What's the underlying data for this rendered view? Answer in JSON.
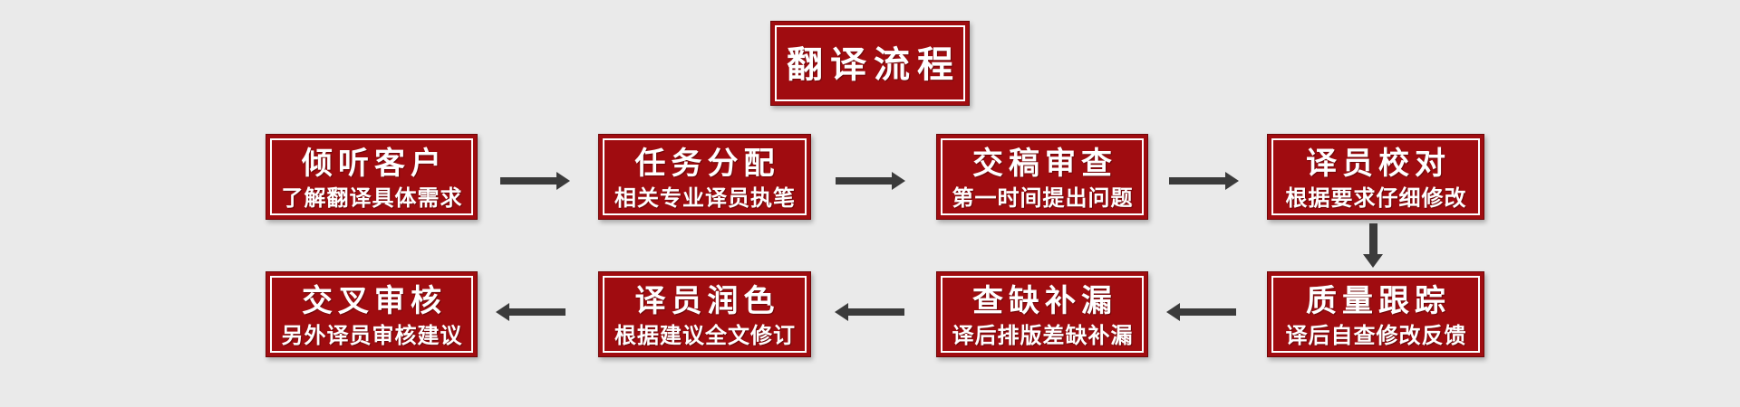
{
  "header": {
    "title": "翻译流程"
  },
  "colors": {
    "box_red": "#A00C10",
    "box_edge": "#6F0608",
    "inner_border": "#FFFFFF",
    "arrow": "#3B3B3B",
    "text": "#FFFFFF",
    "page_bg": "#EAEAEA"
  },
  "flow": {
    "top_row": [
      {
        "title": "倾听客户",
        "subtitle": "了解翻译具体需求"
      },
      {
        "title": "任务分配",
        "subtitle": "相关专业译员执笔"
      },
      {
        "title": "交稿审查",
        "subtitle": "第一时间提出问题"
      },
      {
        "title": "译员校对",
        "subtitle": "根据要求仔细修改"
      }
    ],
    "bottom_row": [
      {
        "title": "交叉审核",
        "subtitle": "另外译员审核建议"
      },
      {
        "title": "译员润色",
        "subtitle": "根据建议全文修订"
      },
      {
        "title": "查缺补漏",
        "subtitle": "译后排版差缺补漏"
      },
      {
        "title": "质量跟踪",
        "subtitle": "译后自查修改反馈"
      }
    ],
    "arrows": {
      "top_row_direction": "right",
      "connector_direction": "down",
      "bottom_row_direction": "left"
    }
  }
}
